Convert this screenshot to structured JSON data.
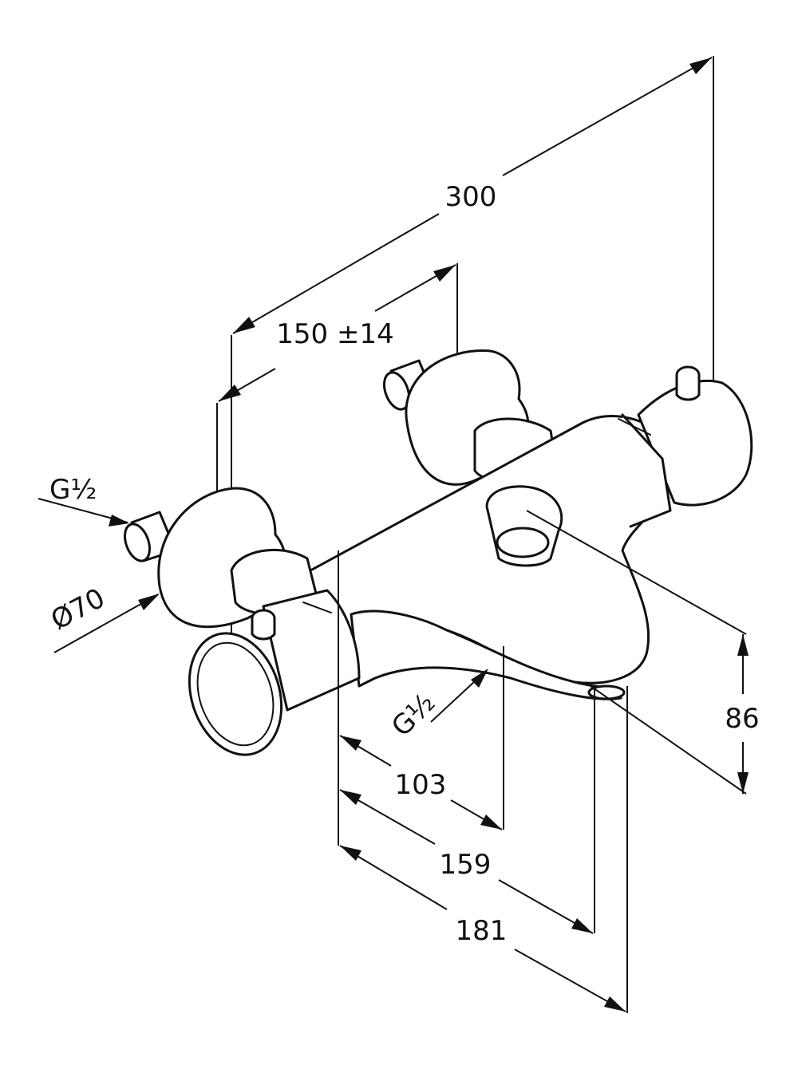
{
  "dimensions": {
    "overall_width": "300",
    "inlet_spacing": "150 ±14",
    "inlet_thread": "G½",
    "flange_diameter": "Ø70",
    "outlet_thread": "G½",
    "spout_projection": "103",
    "body_projection": "159",
    "overall_projection": "181",
    "height": "86"
  },
  "colors": {
    "line": "#111111",
    "background": "#ffffff"
  }
}
